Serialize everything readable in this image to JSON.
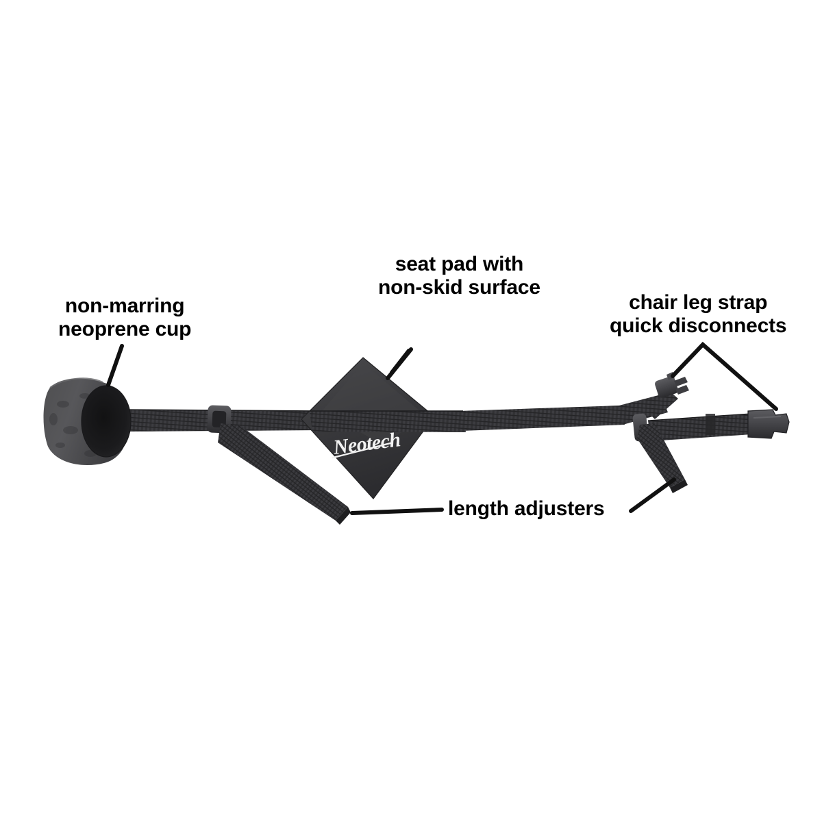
{
  "diagram": {
    "title": "Neotech instrument chair-strap product callout diagram",
    "background_color": "#ffffff",
    "line_color": "#111111",
    "text_color": "#000000"
  },
  "product": {
    "brand_logo_text": "Neotech",
    "logo_color": "#ffffff",
    "strap_color": "#2e2e30",
    "webbing_color": "#343437",
    "pad_color": "#3a3a3c",
    "cup_color": "#4a4a4c",
    "buckle_color": "#4d4d50"
  },
  "callouts": [
    {
      "id": "non-marring-neoprene-cup",
      "lines": [
        "non-marring",
        "neoprene cup"
      ],
      "line1": "non-marring",
      "line2": "neoprene cup"
    },
    {
      "id": "seat-pad-non-skid",
      "lines": [
        "seat pad with",
        "non-skid surface"
      ],
      "line1": "seat pad with",
      "line2": "non-skid surface"
    },
    {
      "id": "chair-leg-strap-quick-disconnects",
      "lines": [
        "chair leg strap",
        "quick disconnects"
      ],
      "line1": "chair leg strap",
      "line2": "quick disconnects"
    },
    {
      "id": "length-adjusters",
      "lines": [
        "length adjusters"
      ],
      "line1": "length adjusters"
    }
  ]
}
